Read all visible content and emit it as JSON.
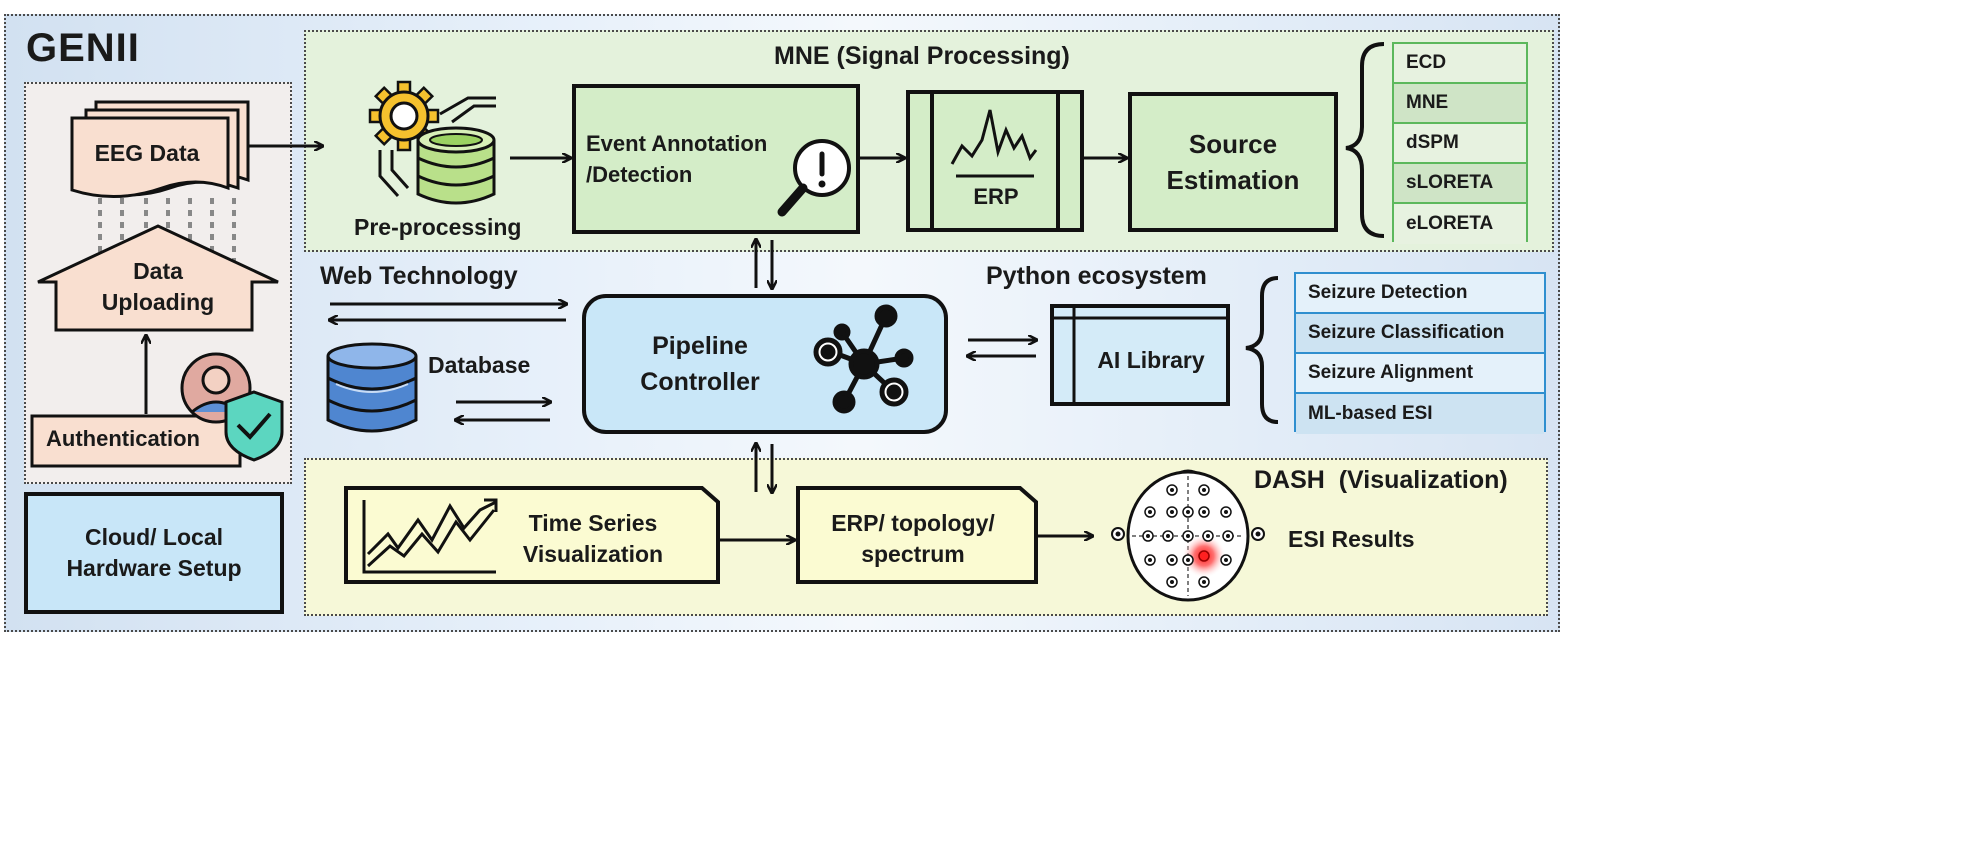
{
  "title": "GENII",
  "left_panel": {
    "eeg_data": "EEG Data",
    "data_uploading": [
      "Data",
      "Uploading"
    ],
    "authentication": "Authentication"
  },
  "cloud": [
    "Cloud/ Local",
    "Hardware Setup"
  ],
  "mne_panel": {
    "title": "MNE (Signal Processing)",
    "preprocessing": "Pre-processing",
    "event": [
      "Event Annotation",
      "/Detection"
    ],
    "erp": "ERP",
    "source": [
      "Source",
      "Estimation"
    ],
    "methods": [
      "ECD",
      "MNE",
      "dSPM",
      "sLORETA",
      "eLORETA"
    ]
  },
  "middle": {
    "web_technology": "Web Technology",
    "database": "Database",
    "pipeline": [
      "Pipeline",
      "Controller"
    ],
    "python_ecosystem": "Python ecosystem",
    "ai_library": "AI Library",
    "ai_items": [
      "Seizure Detection",
      "Seizure Classification",
      "Seizure Alignment",
      "ML-based ESI"
    ]
  },
  "dash_panel": {
    "title": "DASH  (Visualization)",
    "time_series": [
      "Time Series",
      "Visualization"
    ],
    "erp_topology": [
      "ERP/ topology/",
      "spectrum"
    ],
    "esi_results": "ESI Results"
  },
  "colors": {
    "frame_blue": "#dce8f5",
    "mne_green": "#ddf0d4",
    "box_green": "#d4edc8",
    "list_green_border": "#5cb85c",
    "ai_blue": "#d4ebf8",
    "list_blue_border": "#2f8fcf",
    "dash_yellow": "#fbfbd2",
    "peach": "#f9dfd0",
    "cloud_blue": "#c8e6f8",
    "gear_yellow": "#f5c12e",
    "db_green": "#b9e08a",
    "db_blue": "#4f86d0",
    "shield_teal": "#5cd6c0",
    "hot_red": "#ff2020"
  }
}
